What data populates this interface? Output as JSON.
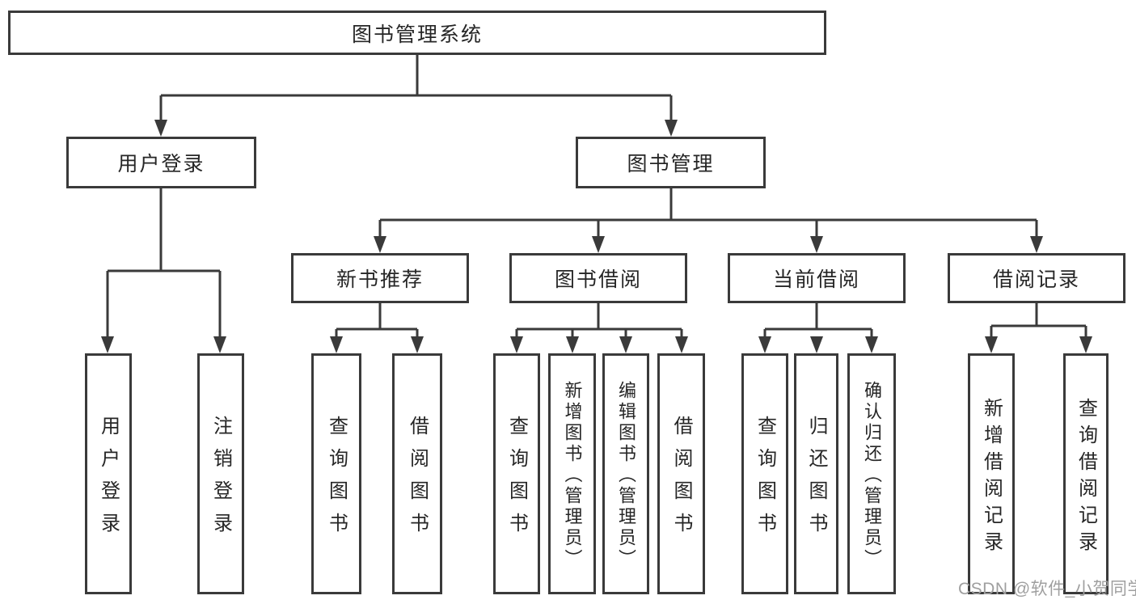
{
  "tree": {
    "root": {
      "label": "图书管理系统",
      "children": [
        {
          "label": "用户登录",
          "children": [
            {
              "label": "用户登录"
            },
            {
              "label": "注销登录"
            }
          ]
        },
        {
          "label": "图书管理",
          "children": [
            {
              "label": "新书推荐",
              "children": [
                {
                  "label": "查询图书"
                },
                {
                  "label": "借阅图书"
                }
              ]
            },
            {
              "label": "图书借阅",
              "children": [
                {
                  "label": "查询图书"
                },
                {
                  "label": "新增图书（管理员）"
                },
                {
                  "label": "编辑图书（管理员）"
                },
                {
                  "label": "借阅图书"
                }
              ]
            },
            {
              "label": "当前借阅",
              "children": [
                {
                  "label": "查询图书"
                },
                {
                  "label": "归还图书"
                },
                {
                  "label": "确认归还（管理员）"
                }
              ]
            },
            {
              "label": "借阅记录",
              "children": [
                {
                  "label": "新增借阅记录"
                },
                {
                  "label": "查询借阅记录"
                }
              ]
            }
          ]
        }
      ]
    }
  },
  "watermark": {
    "text": "CSDN @软件_小贺同学"
  },
  "colors": {
    "line": "#3a3a3a",
    "box_border": "#3a3a3a",
    "box_fill": "#ffffff",
    "text": "#262626",
    "watermark": "#9f9f9f",
    "background": "#ffffff"
  }
}
